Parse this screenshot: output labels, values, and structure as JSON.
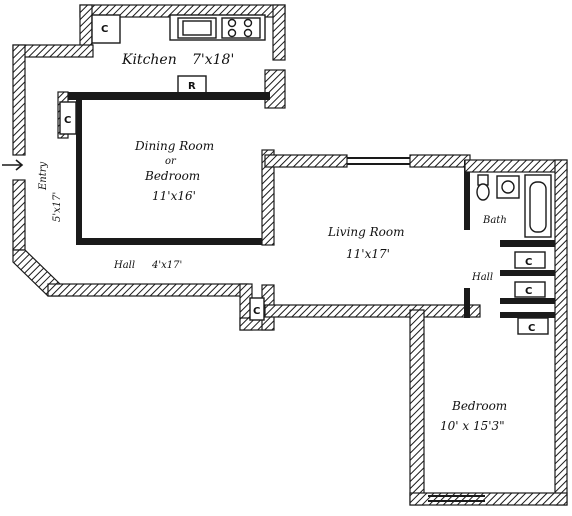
{
  "rooms": {
    "kitchen": {
      "name": "Kitchen",
      "size": "7'x18'"
    },
    "dining": {
      "name_line1": "Dining Room",
      "name_line2": "or",
      "name_line3": "Bedroom",
      "size": "11'x16'"
    },
    "entry": {
      "name": "Entry",
      "size": "5'x17'"
    },
    "hall_main": {
      "name": "Hall",
      "size": "4'x17'"
    },
    "living": {
      "name": "Living Room",
      "size": "11'x17'"
    },
    "bath": {
      "name": "Bath"
    },
    "hall_small": {
      "name": "Hall"
    },
    "bedroom": {
      "name": "Bedroom",
      "size": "10' x 15'3\""
    }
  },
  "markers": {
    "closet": "C",
    "refrigerator": "R",
    "entry_arrow": "→"
  }
}
